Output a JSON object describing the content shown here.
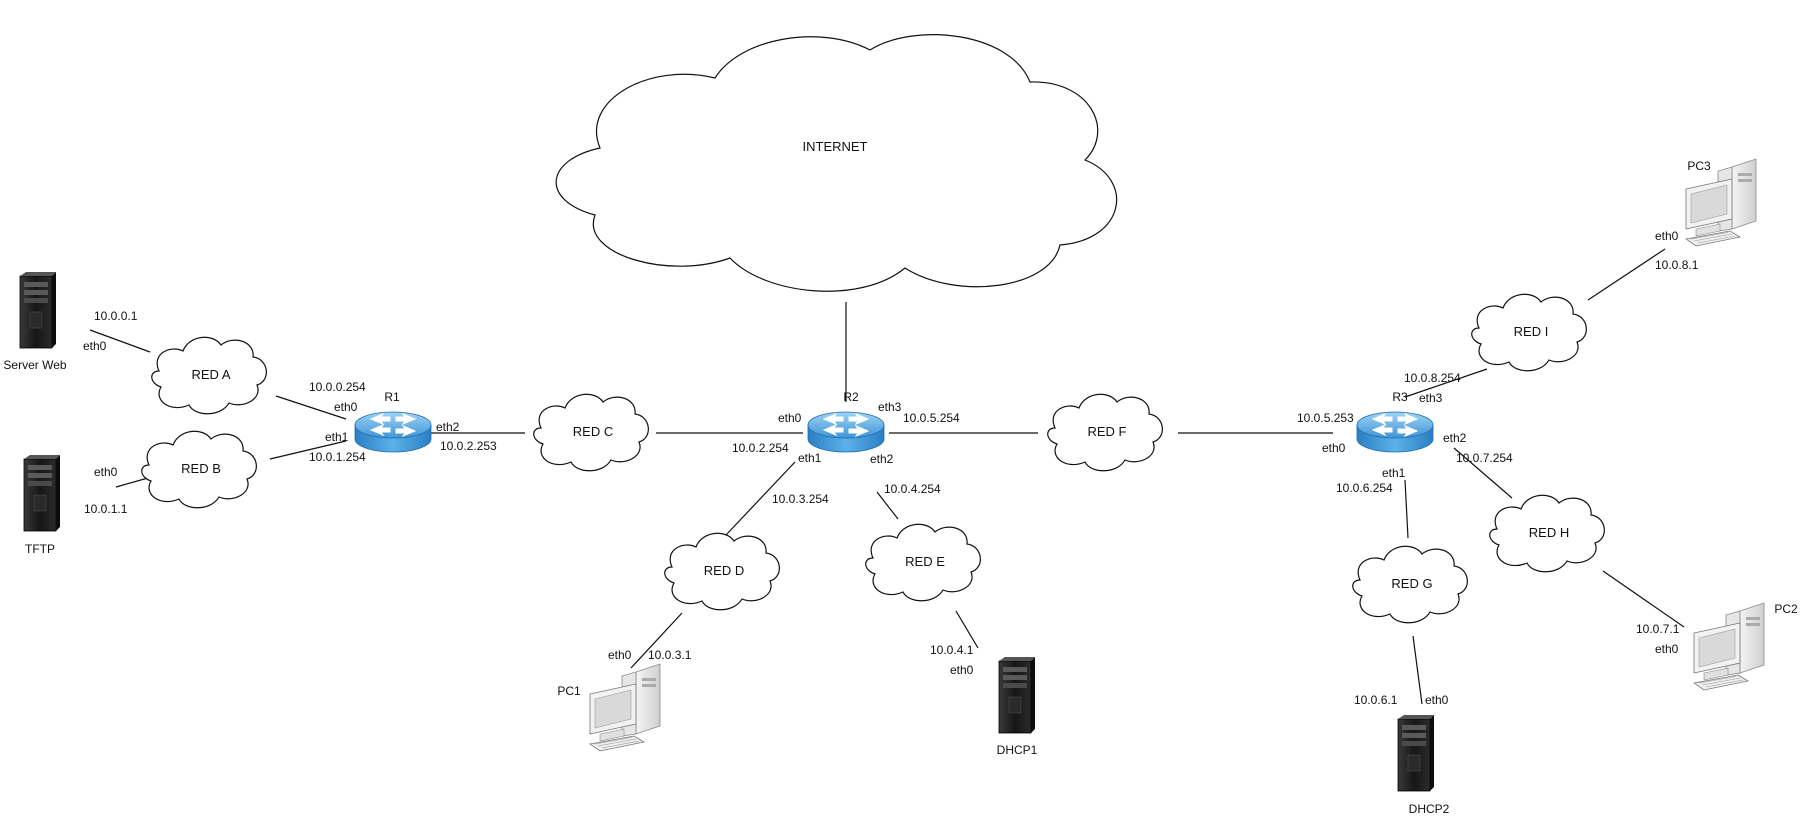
{
  "internet": {
    "label": "INTERNET"
  },
  "networks": {
    "a": "RED A",
    "b": "RED B",
    "c": "RED C",
    "d": "RED D",
    "e": "RED E",
    "f": "RED F",
    "g": "RED G",
    "h": "RED H",
    "i": "RED I"
  },
  "routers": {
    "r1": {
      "name": "R1",
      "eth0": "eth0",
      "eth0_ip": "10.0.0.254",
      "eth1": "eth1",
      "eth1_ip": "10.0.1.254",
      "eth2": "eth2",
      "eth2_ip": "10.0.2.253"
    },
    "r2": {
      "name": "R2",
      "eth0": "eth0",
      "eth0_ip": "10.0.2.254",
      "eth1": "eth1",
      "eth1_ip": "10.0.3.254",
      "eth2": "eth2",
      "eth2_ip": "10.0.4.254",
      "eth3": "eth3",
      "eth3_ip": "10.0.5.254"
    },
    "r3": {
      "name": "R3",
      "eth0": "eth0",
      "eth0_ip": "10.0.5.253",
      "eth1": "eth1",
      "eth1_ip": "10.0.6.254",
      "eth2": "eth2",
      "eth2_ip": "10.0.7.254",
      "eth3": "eth3",
      "eth3_ip": "10.0.8.254"
    }
  },
  "hosts": {
    "server_web": {
      "name": "Server Web",
      "iface": "eth0",
      "ip": "10.0.0.1"
    },
    "tftp": {
      "name": "TFTP",
      "iface": "eth0",
      "ip": "10.0.1.1"
    },
    "pc1": {
      "name": "PC1",
      "iface": "eth0",
      "ip": "10.0.3.1"
    },
    "dhcp1": {
      "name": "DHCP1",
      "iface": "eth0",
      "ip": "10.0.4.1"
    },
    "dhcp2": {
      "name": "DHCP2",
      "iface": "eth0",
      "ip": "10.0.6.1"
    },
    "pc2": {
      "name": "PC2",
      "iface": "eth0",
      "ip": "10.0.7.1"
    },
    "pc3": {
      "name": "PC3",
      "iface": "eth0",
      "ip": "10.0.8.1"
    }
  },
  "colors": {
    "router_blue": "#4aa3df",
    "router_dark": "#1f6fae",
    "server_dark": "#1a1a1a",
    "pc_grey": "#c8c8c8"
  }
}
